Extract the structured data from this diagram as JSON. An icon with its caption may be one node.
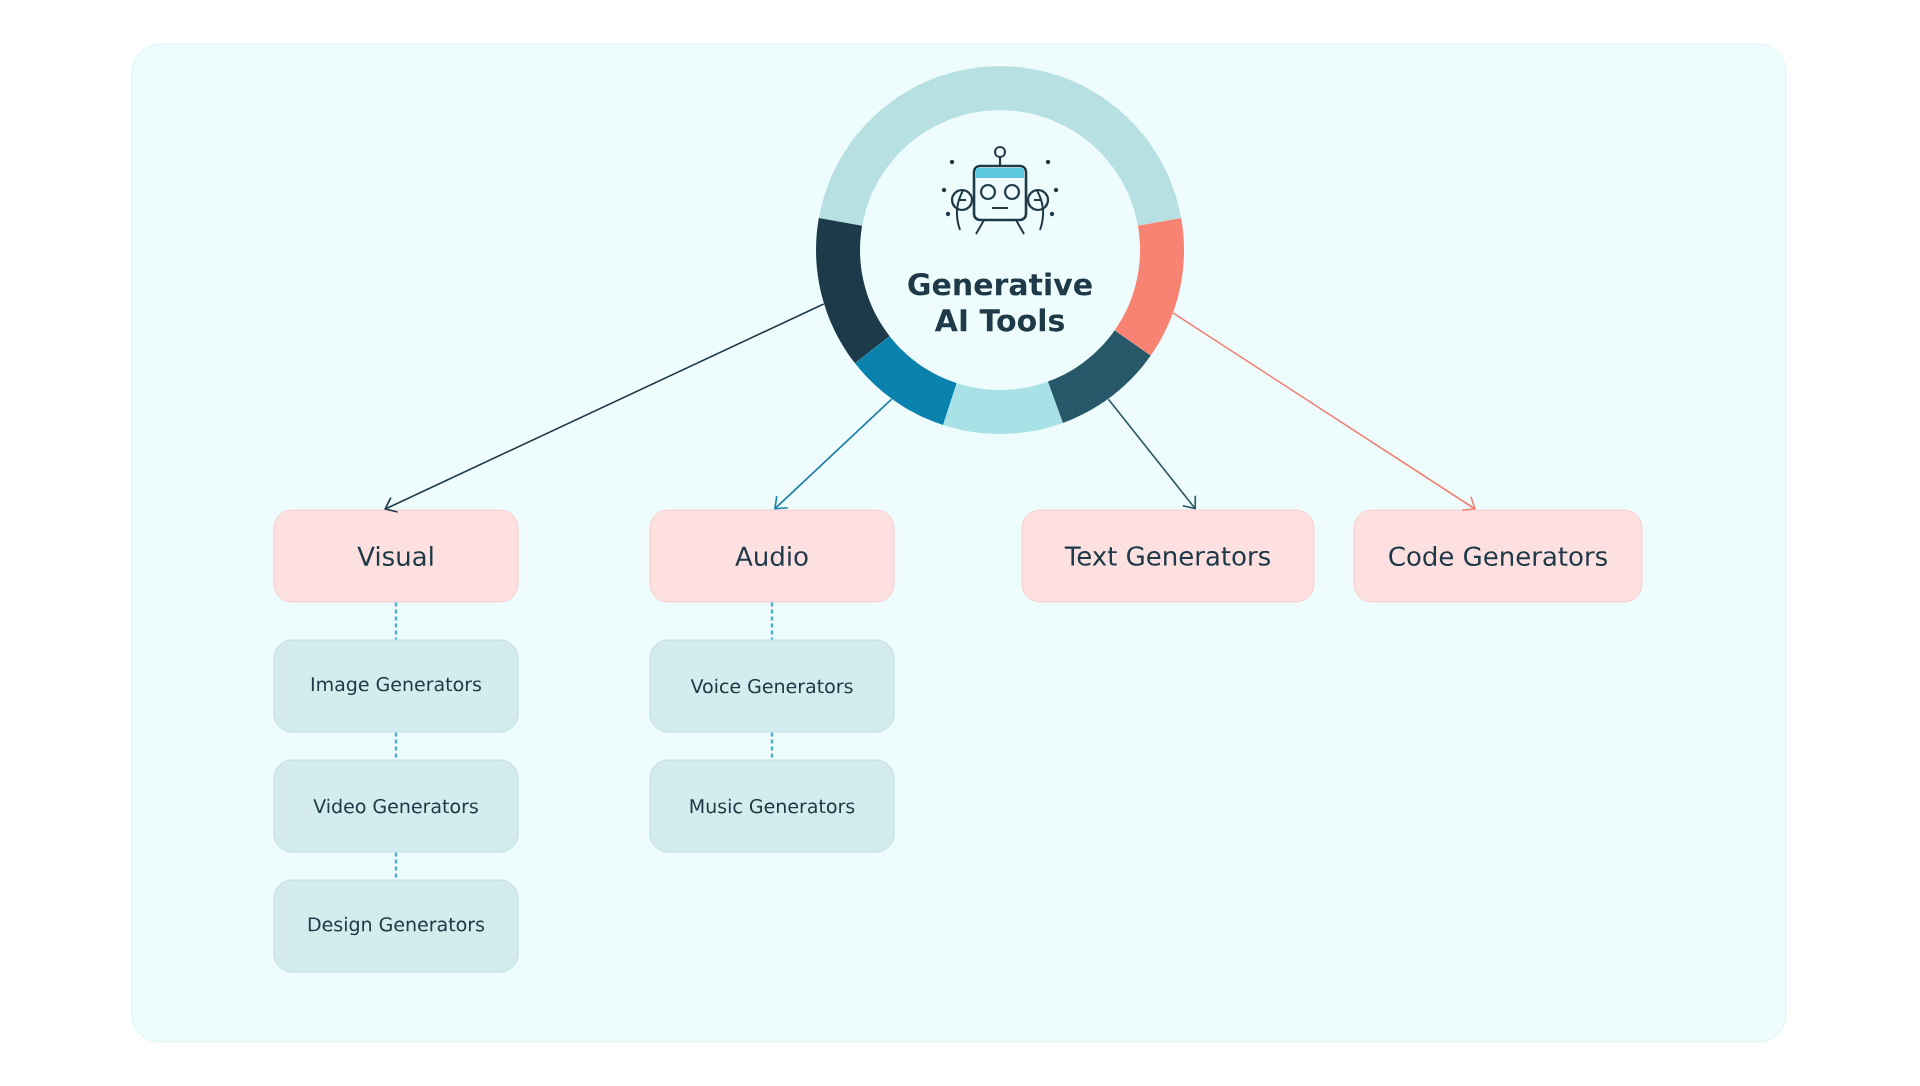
{
  "diagram": {
    "nodes": [
      {
        "text": [
          "Generative AI Tools"
        ]
      },
      {
        "text": [
          "Visual"
        ]
      },
      {
        "text": [
          "Image Generators"
        ]
      },
      {
        "text": [
          "Video Generators"
        ]
      },
      {
        "text": [
          "Design Generators"
        ]
      },
      {
        "text": [
          "Audio"
        ]
      },
      {
        "text": [
          "Voice Generators"
        ]
      },
      {
        "text": [
          "Music Generators"
        ]
      },
      {
        "text": [
          "Text Generators"
        ]
      },
      {
        "text": [
          "Code Generators"
        ]
      }
    ],
    "edges": [
      {
        "from": 0,
        "to": 1,
        "arrow": "to",
        "color": "#1d3a4a"
      },
      {
        "from": 0,
        "to": 5,
        "arrow": "to",
        "color": "#1a7ea8"
      },
      {
        "from": 0,
        "to": 8,
        "arrow": "to",
        "color": "#2a5566"
      },
      {
        "from": 0,
        "to": 9,
        "arrow": "to",
        "color": "#f08070"
      },
      {
        "from": 1,
        "to": 2,
        "arrow": "none",
        "style": "dashed",
        "color": "#4ab0cc"
      },
      {
        "from": 2,
        "to": 3,
        "arrow": "none",
        "style": "dashed",
        "color": "#4ab0cc"
      },
      {
        "from": 3,
        "to": 4,
        "arrow": "none",
        "style": "dashed",
        "color": "#4ab0cc"
      },
      {
        "from": 5,
        "to": 6,
        "arrow": "none",
        "style": "dashed",
        "color": "#4ab0cc"
      },
      {
        "from": 6,
        "to": 7,
        "arrow": "none",
        "style": "dashed",
        "color": "#4ab0cc"
      }
    ]
  }
}
